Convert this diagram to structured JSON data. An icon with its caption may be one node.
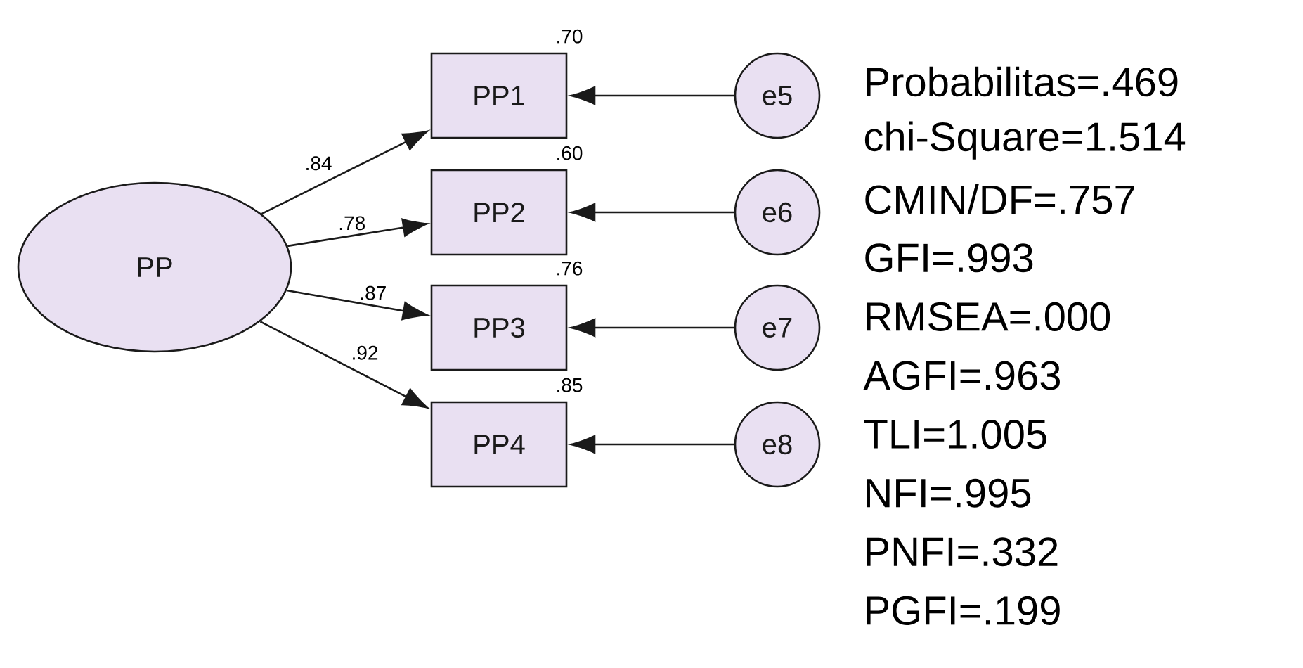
{
  "diagram": {
    "nodes": [
      {
        "text": [
          "PP"
        ]
      },
      {
        "text": [
          "PP1"
        ],
        "beside": [
          ".70"
        ]
      },
      {
        "text": [
          "PP2"
        ],
        "beside": [
          ".60"
        ]
      },
      {
        "text": [
          "PP3"
        ],
        "beside": [
          ".76"
        ]
      },
      {
        "text": [
          "PP4"
        ],
        "beside": [
          ".85"
        ]
      },
      {
        "text": [
          "e5"
        ]
      },
      {
        "text": [
          "e6"
        ]
      },
      {
        "text": [
          "e7"
        ]
      },
      {
        "text": [
          "e8"
        ]
      }
    ],
    "edges": [
      {
        "from": 0,
        "to": 1,
        "arrow": "to",
        "label": ".84"
      },
      {
        "from": 0,
        "to": 2,
        "arrow": "to",
        "label": ".78"
      },
      {
        "from": 0,
        "to": 3,
        "arrow": "to",
        "label": ".87"
      },
      {
        "from": 0,
        "to": 4,
        "arrow": "to",
        "label": ".92"
      },
      {
        "from": 5,
        "to": 1,
        "arrow": "to"
      },
      {
        "from": 6,
        "to": 2,
        "arrow": "to"
      },
      {
        "from": 7,
        "to": 3,
        "arrow": "to"
      },
      {
        "from": 8,
        "to": 4,
        "arrow": "to"
      }
    ],
    "labels": [
      "Probabilitas=.469",
      "chi-Square=1.514",
      "CMIN/DF=.757",
      "GFI=.993",
      "RMSEA=.000",
      "AGFI=.963",
      "TLI=1.005",
      "NFI=.995",
      "PNFI=.332",
      "PGFI=.199"
    ]
  }
}
